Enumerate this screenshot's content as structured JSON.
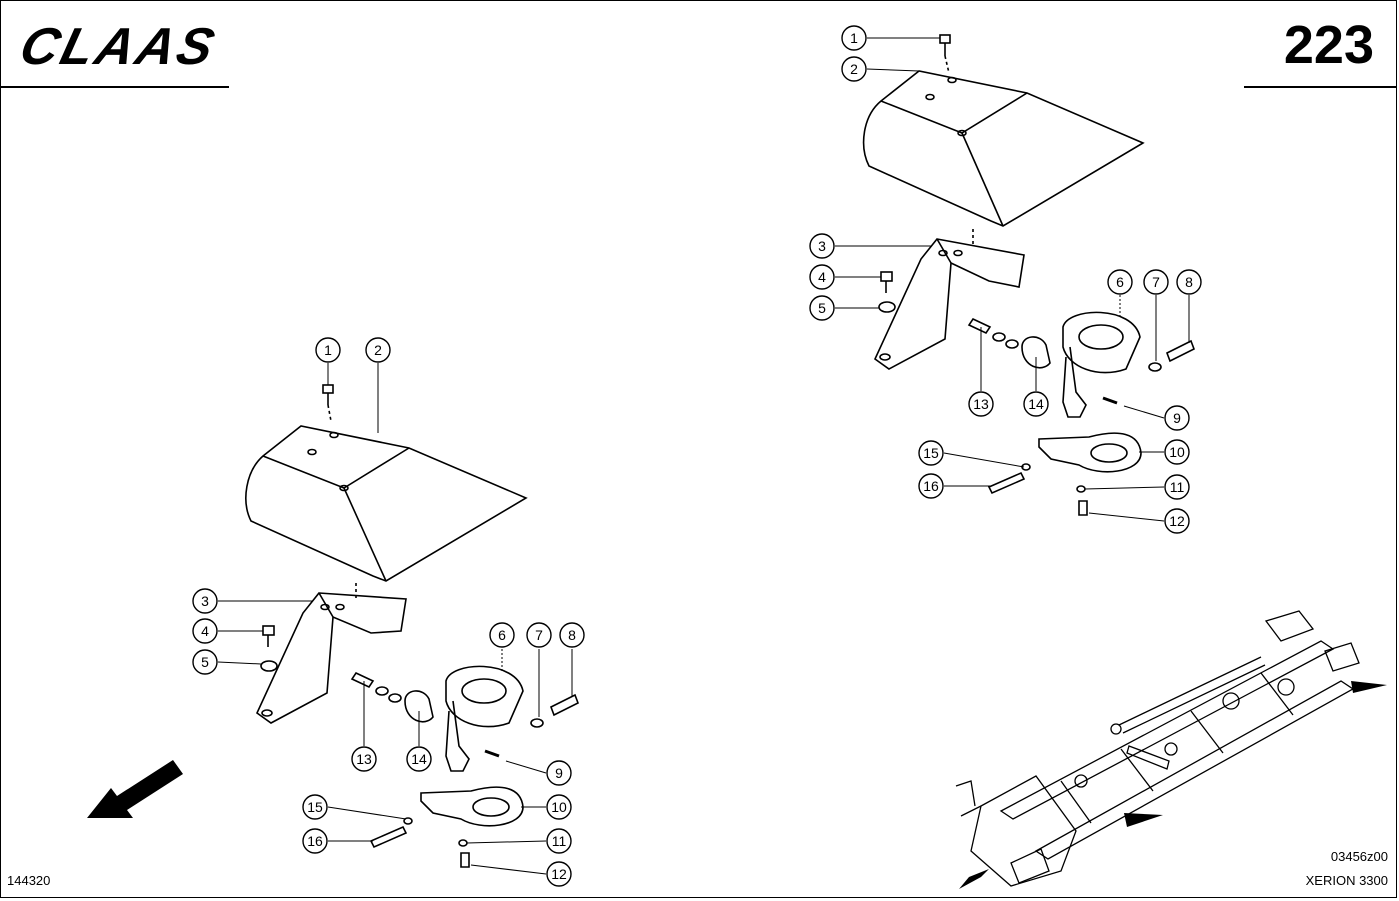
{
  "header": {
    "brand": "CLAAS",
    "page_number": "223"
  },
  "footer": {
    "left_code": "144320",
    "drawing_code": "03456z00",
    "model": "XERION 3300"
  },
  "callouts": [
    "1",
    "2",
    "3",
    "4",
    "5",
    "6",
    "7",
    "8",
    "9",
    "10",
    "11",
    "12",
    "13",
    "14",
    "15",
    "16"
  ],
  "icons": [
    "direction-arrow-icon",
    "chassis-locator-icon"
  ]
}
